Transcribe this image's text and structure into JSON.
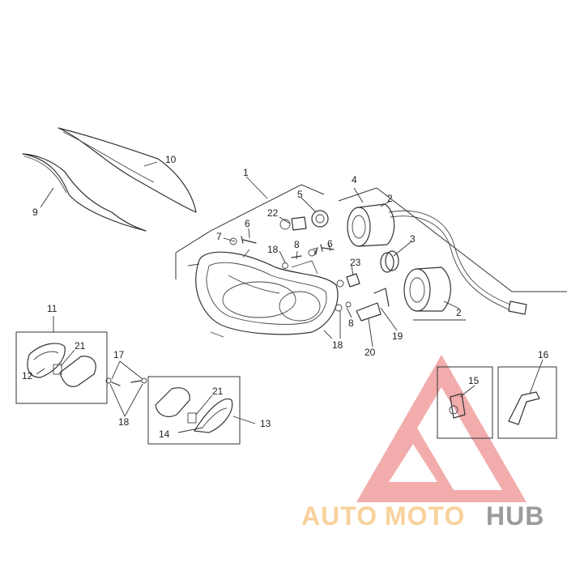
{
  "callouts": {
    "c1": "1",
    "c2a": "2",
    "c2b": "2",
    "c3": "3",
    "c4": "4",
    "c5": "5",
    "c6a": "6",
    "c6b": "6",
    "c7a": "7",
    "c7b": "7",
    "c8a": "8",
    "c8b": "8",
    "c9": "9",
    "c10": "10",
    "c11": "11",
    "c12": "12",
    "c13": "13",
    "c14": "14",
    "c15": "15",
    "c16": "16",
    "c17": "17",
    "c18a": "18",
    "c18b": "18",
    "c18c": "18",
    "c19": "19",
    "c20": "20",
    "c21a": "21",
    "c21b": "21",
    "c22": "22",
    "c23": "23"
  },
  "watermark": {
    "part1": "AUTO",
    "part2": "MOTO",
    "part3": "HUB",
    "color_light": "#f7c98a",
    "color_dark": "#8a8a8a",
    "logo_color": "#e86a6a"
  }
}
